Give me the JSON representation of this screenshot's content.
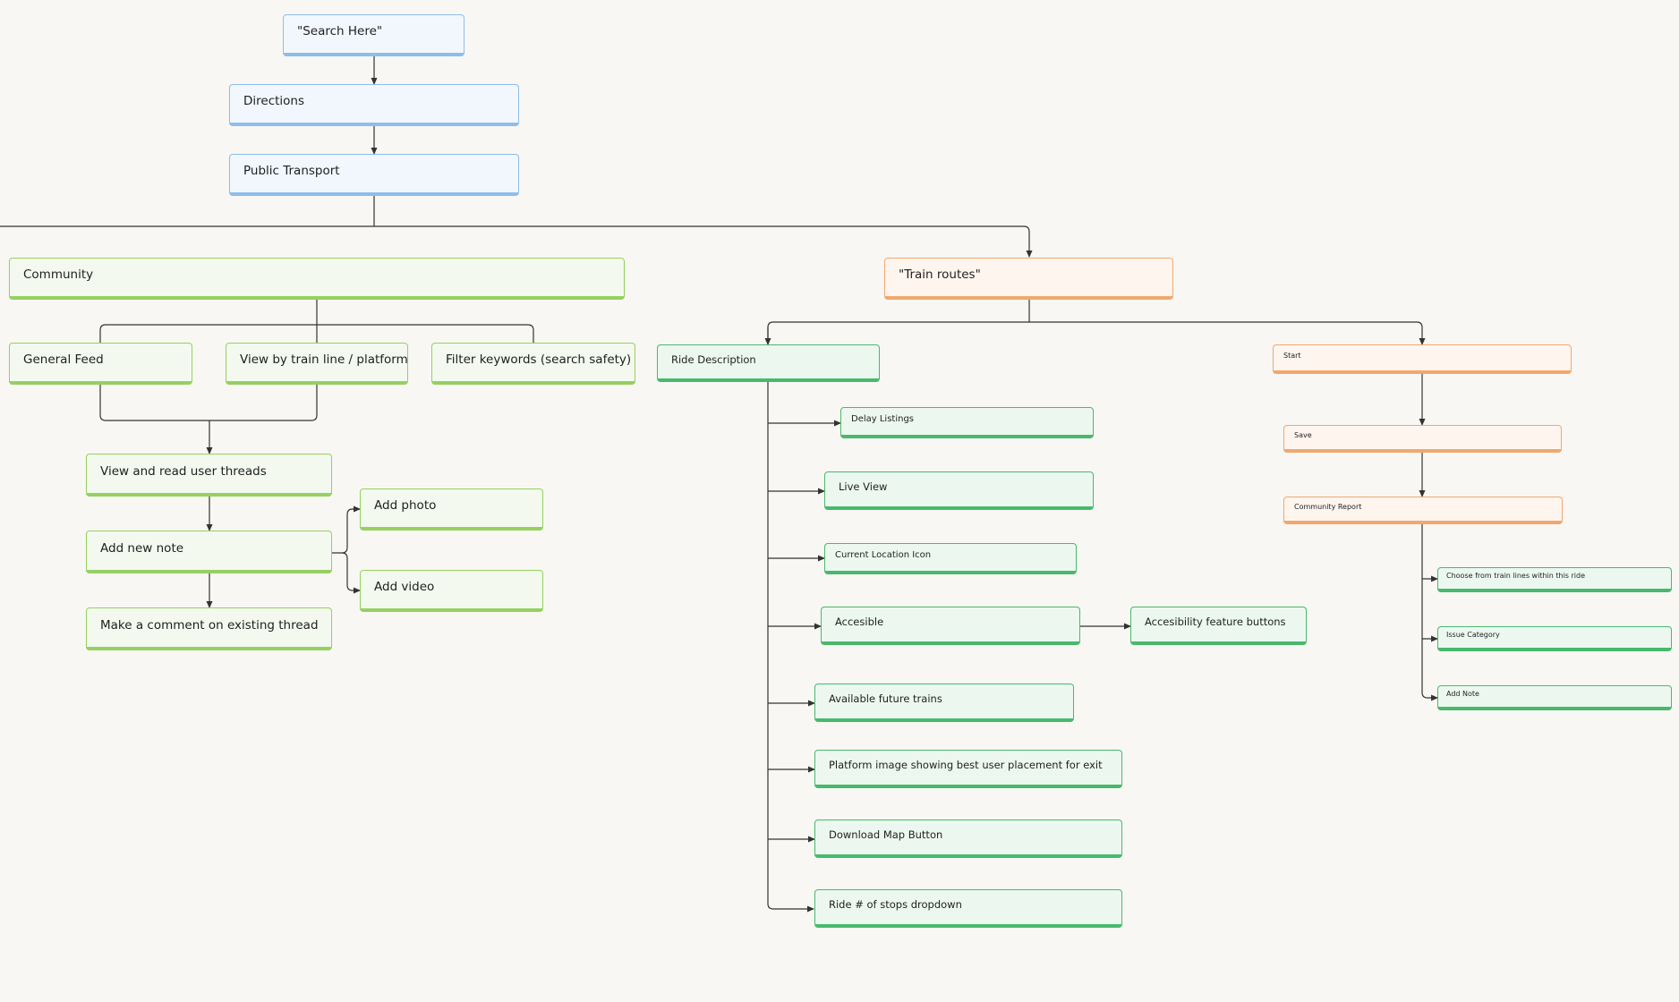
{
  "diagram": {
    "nodes": {
      "search_here": "\"Search Here\"",
      "directions": "Directions",
      "public_transport": "Public Transport",
      "community": "Community",
      "train_routes": "\"Train routes\"",
      "general_feed": "General Feed",
      "view_by_train_line": "View by train line / platform",
      "filter_keywords": "Filter keywords (search safety)",
      "view_read_threads": "View and read user threads",
      "add_new_note": "Add new note",
      "make_comment": "Make a comment on existing thread",
      "add_photo": "Add photo",
      "add_video": "Add video",
      "ride_description": "Ride Description",
      "delay_listings": "Delay Listings",
      "live_view": "Live View",
      "current_location_icon": "Current Location Icon",
      "accesible": "Accesible",
      "accesibility_feature_buttons": "Accesibility feature buttons",
      "available_future_trains": "Available future trains",
      "platform_image": "Platform image showing best user placement for exit",
      "download_map_button": "Download Map Button",
      "ride_stops_dropdown": "Ride # of stops dropdown",
      "start": "Start",
      "save": "Save",
      "community_report": "Community Report",
      "choose_train_lines": "Choose from train lines within this ride",
      "issue_category": "Issue Category",
      "add_note": "Add Note"
    },
    "colors": {
      "blue_border": "#8fbdea",
      "lime_border": "#95d061",
      "green_border": "#48b96c",
      "orange_border": "#f0a86e",
      "connector": "#333333"
    }
  }
}
